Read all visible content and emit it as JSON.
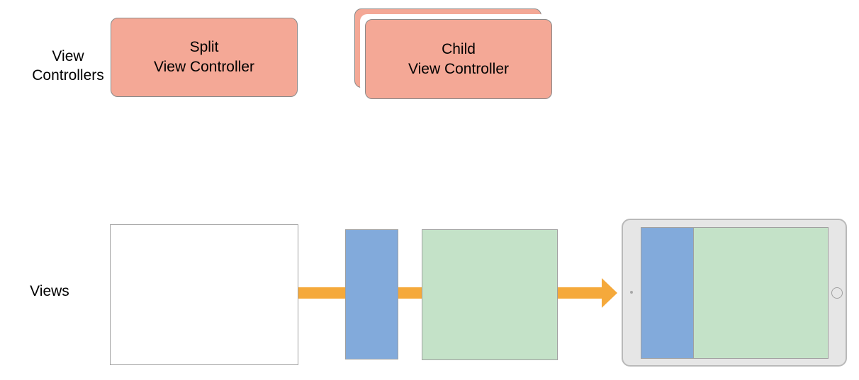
{
  "rows": {
    "view_controllers_label": "View\nControllers",
    "views_label": "Views"
  },
  "controllers": {
    "split": "Split\nView Controller",
    "child": "Child\nView Controller"
  },
  "colors": {
    "controller_fill": "#f4a896",
    "primary_view_fill": "#82aadb",
    "secondary_view_fill": "#c4e2c8",
    "arrow": "#f5a93b",
    "device_frame": "#e6e6e6"
  }
}
